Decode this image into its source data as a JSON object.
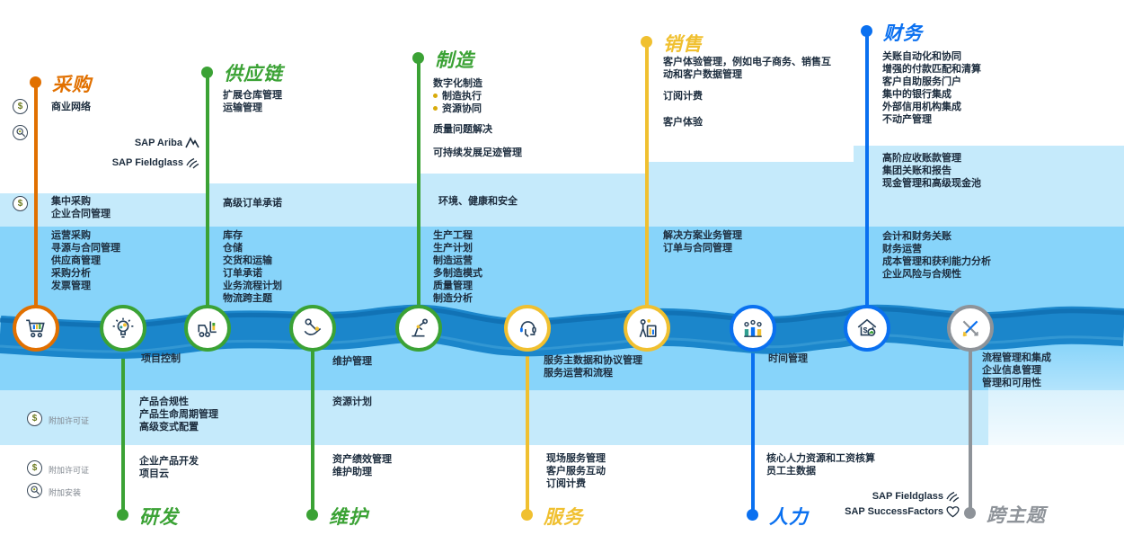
{
  "colors": {
    "orange": "#e17000",
    "green": "#3ba235",
    "yellow": "#f0c030",
    "blue": "#0a70f0",
    "gray": "#8e9399",
    "river": "#1b86cb",
    "river_dark": "#0f6fb2",
    "band_light": "#c5eafb",
    "band_medium": "#87d4fa",
    "text": "#1d2d3e"
  },
  "icons": {
    "procurement": "cart-icon",
    "rnd": "lightbulb-icon",
    "supply_chain": "forklift-icon",
    "maintenance": "wrench-icon",
    "manufacturing": "robot-arm-icon",
    "service": "headset-icon",
    "sales": "presenter-icon",
    "hr": "people-icon",
    "finance": "house-finance-icon",
    "cross": "crossed-tools-icon",
    "license": "dollar-plant-icon",
    "install": "magnifier-icon"
  },
  "legend": {
    "license": "附加许可证",
    "install": "附加安装"
  },
  "logos": {
    "ariba": "SAP Ariba",
    "fieldglass": "SAP Fieldglass",
    "successfactors": "SAP SuccessFactors"
  },
  "procurement": {
    "title": "采购",
    "top": [
      "商业网络"
    ],
    "band1": [
      "集中采购",
      "企业合同管理"
    ],
    "band2": [
      "运营采购",
      "寻源与合同管理",
      "供应商管理",
      "采购分析",
      "发票管理"
    ]
  },
  "supply_chain": {
    "title": "供应链",
    "top": [
      "扩展仓库管理",
      "运输管理"
    ],
    "band1": [
      "高级订单承诺"
    ],
    "band2": [
      "库存",
      "仓储",
      "交货和运输",
      "订单承诺",
      "业务流程计划",
      "物流跨主题"
    ]
  },
  "manufacturing": {
    "title": "制造",
    "top1": "数字化制造",
    "bullets": [
      "制造执行",
      "资源协同"
    ],
    "top2": "质量问题解决",
    "top3": "可持续发展足迹管理",
    "band1": [
      "环境、健康和安全"
    ],
    "band2": [
      "生产工程",
      "生产计划",
      "制造运营",
      "多制造模式",
      "质量管理",
      "制造分析"
    ]
  },
  "sales": {
    "title": "销售",
    "top": [
      "客户体验管理，例如电子商务、销售互动和客户数据管理",
      "订阅计费",
      "客户体验"
    ],
    "band2": [
      "解决方案业务管理",
      "订单与合同管理"
    ]
  },
  "finance": {
    "title": "财务",
    "top": [
      "关账自动化和协同",
      "增强的付款匹配和清算",
      "客户自助服务门户",
      "集中的银行集成",
      "外部信用机构集成",
      "不动产管理"
    ],
    "band1": [
      "高阶应收账款管理",
      "集团关账和报告",
      "现金管理和高级现金池"
    ],
    "band2": [
      "会计和财务关账",
      "财务运营",
      "成本管理和获利能力分析",
      "企业风险与合规性"
    ]
  },
  "rnd": {
    "title": "研发",
    "river": "项目控制",
    "band3": [
      "产品合规性",
      "产品生命周期管理",
      "高级变式配置"
    ],
    "bottom": [
      "企业产品开发",
      "项目云"
    ]
  },
  "maintenance": {
    "title": "维护",
    "river": "维护管理",
    "band3": [
      "资源计划"
    ],
    "bottom": [
      "资产绩效管理",
      "维护助理"
    ]
  },
  "service": {
    "title": "服务",
    "river": [
      "服务主数据和协议管理",
      "服务运营和流程"
    ],
    "bottom": [
      "现场服务管理",
      "客户服务互动",
      "订阅计费"
    ]
  },
  "hr": {
    "title": "人力",
    "river": "时间管理",
    "bottom": [
      "核心人力资源和工资核算",
      "员工主数据"
    ]
  },
  "cross": {
    "title": "跨主题",
    "river": [
      "流程管理和集成",
      "企业信息管理",
      "管理和可用性"
    ]
  }
}
